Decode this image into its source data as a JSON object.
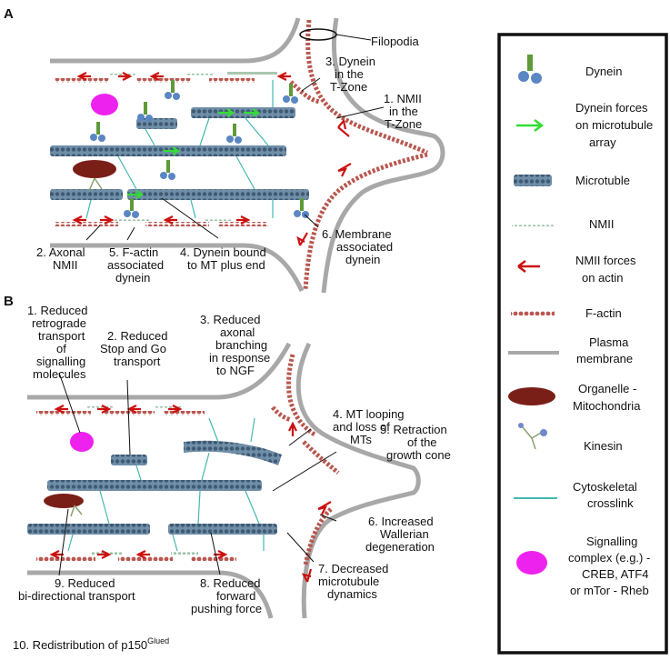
{
  "panel_a": {
    "letter": "A",
    "labels": [
      "Filopodia",
      "3. Dynein",
      "in the",
      "T-Zone",
      "1. NMII",
      "in the",
      "T-Zone",
      "2. Axonal",
      "NMII",
      "5. F-actin",
      "associated",
      "dynein",
      "4. Dynein bound",
      "to MT plus end",
      "6. Membrane",
      "associated",
      "dynein"
    ]
  },
  "panel_b": {
    "letter": "B",
    "labels": [
      "1. Reduced",
      "retrograde",
      "transport",
      "of",
      "signalling",
      "molecules",
      "2. Reduced",
      "Stop and Go",
      "transport",
      "3. Reduced",
      "axonal",
      "branching",
      "in response",
      "to NGF",
      "4. MT looping",
      "and loss of",
      "MTs",
      "5. Retraction",
      "of the",
      "growth cone",
      "6. Increased",
      "Wallerian",
      "degeneration",
      "7. Decreased",
      "microtubule",
      "dynamics",
      "8. Reduced",
      "forward",
      "pushing force",
      "9. Reduced",
      "bi-directional transport"
    ]
  },
  "footer": {
    "text": "10. Redistribution of p150",
    "superscript": "Glued"
  },
  "legend": {
    "items": [
      {
        "icon": "dynein-icon",
        "lines": [
          "Dynein"
        ]
      },
      {
        "icon": "green-arrow-icon",
        "lines": [
          "Dynein forces",
          "on microtubule",
          "array"
        ]
      },
      {
        "icon": "microtubule-icon",
        "lines": [
          "Microtuble"
        ]
      },
      {
        "icon": "nmii-icon",
        "lines": [
          "NMII"
        ]
      },
      {
        "icon": "red-arrow-icon",
        "lines": [
          "NMII forces",
          "on actin"
        ]
      },
      {
        "icon": "f-actin-icon",
        "lines": [
          "F-actin"
        ]
      },
      {
        "icon": "plasma-membrane-icon",
        "lines": [
          "Plasma",
          "membrane"
        ]
      },
      {
        "icon": "mitochondria-icon",
        "lines": [
          "Organelle -",
          "Mitochondria"
        ]
      },
      {
        "icon": "kinesin-icon",
        "lines": [
          "Kinesin"
        ]
      },
      {
        "icon": "crosslink-icon",
        "lines": [
          "Cytoskeletal",
          "crosslink"
        ]
      },
      {
        "icon": "signalling-complex-icon",
        "lines": [
          "Signalling",
          "complex (e.g.) -",
          "CREB, ATF4",
          "or mTor - Rheb"
        ]
      }
    ]
  },
  "colors": {
    "membrane": "#a8a8a8",
    "microtubule": "#4e6d87",
    "actin": "#b8574f",
    "nmii": "#a8c8b0",
    "red_arrow": "#cc1111",
    "green_arrow": "#33dd33",
    "crosslink": "#44b8b0",
    "mitochondria": "#7a1f18",
    "signalling": "#ee22ee",
    "dynein_green": "#5f9a3a",
    "dynein_blue": "#5b86c4"
  }
}
